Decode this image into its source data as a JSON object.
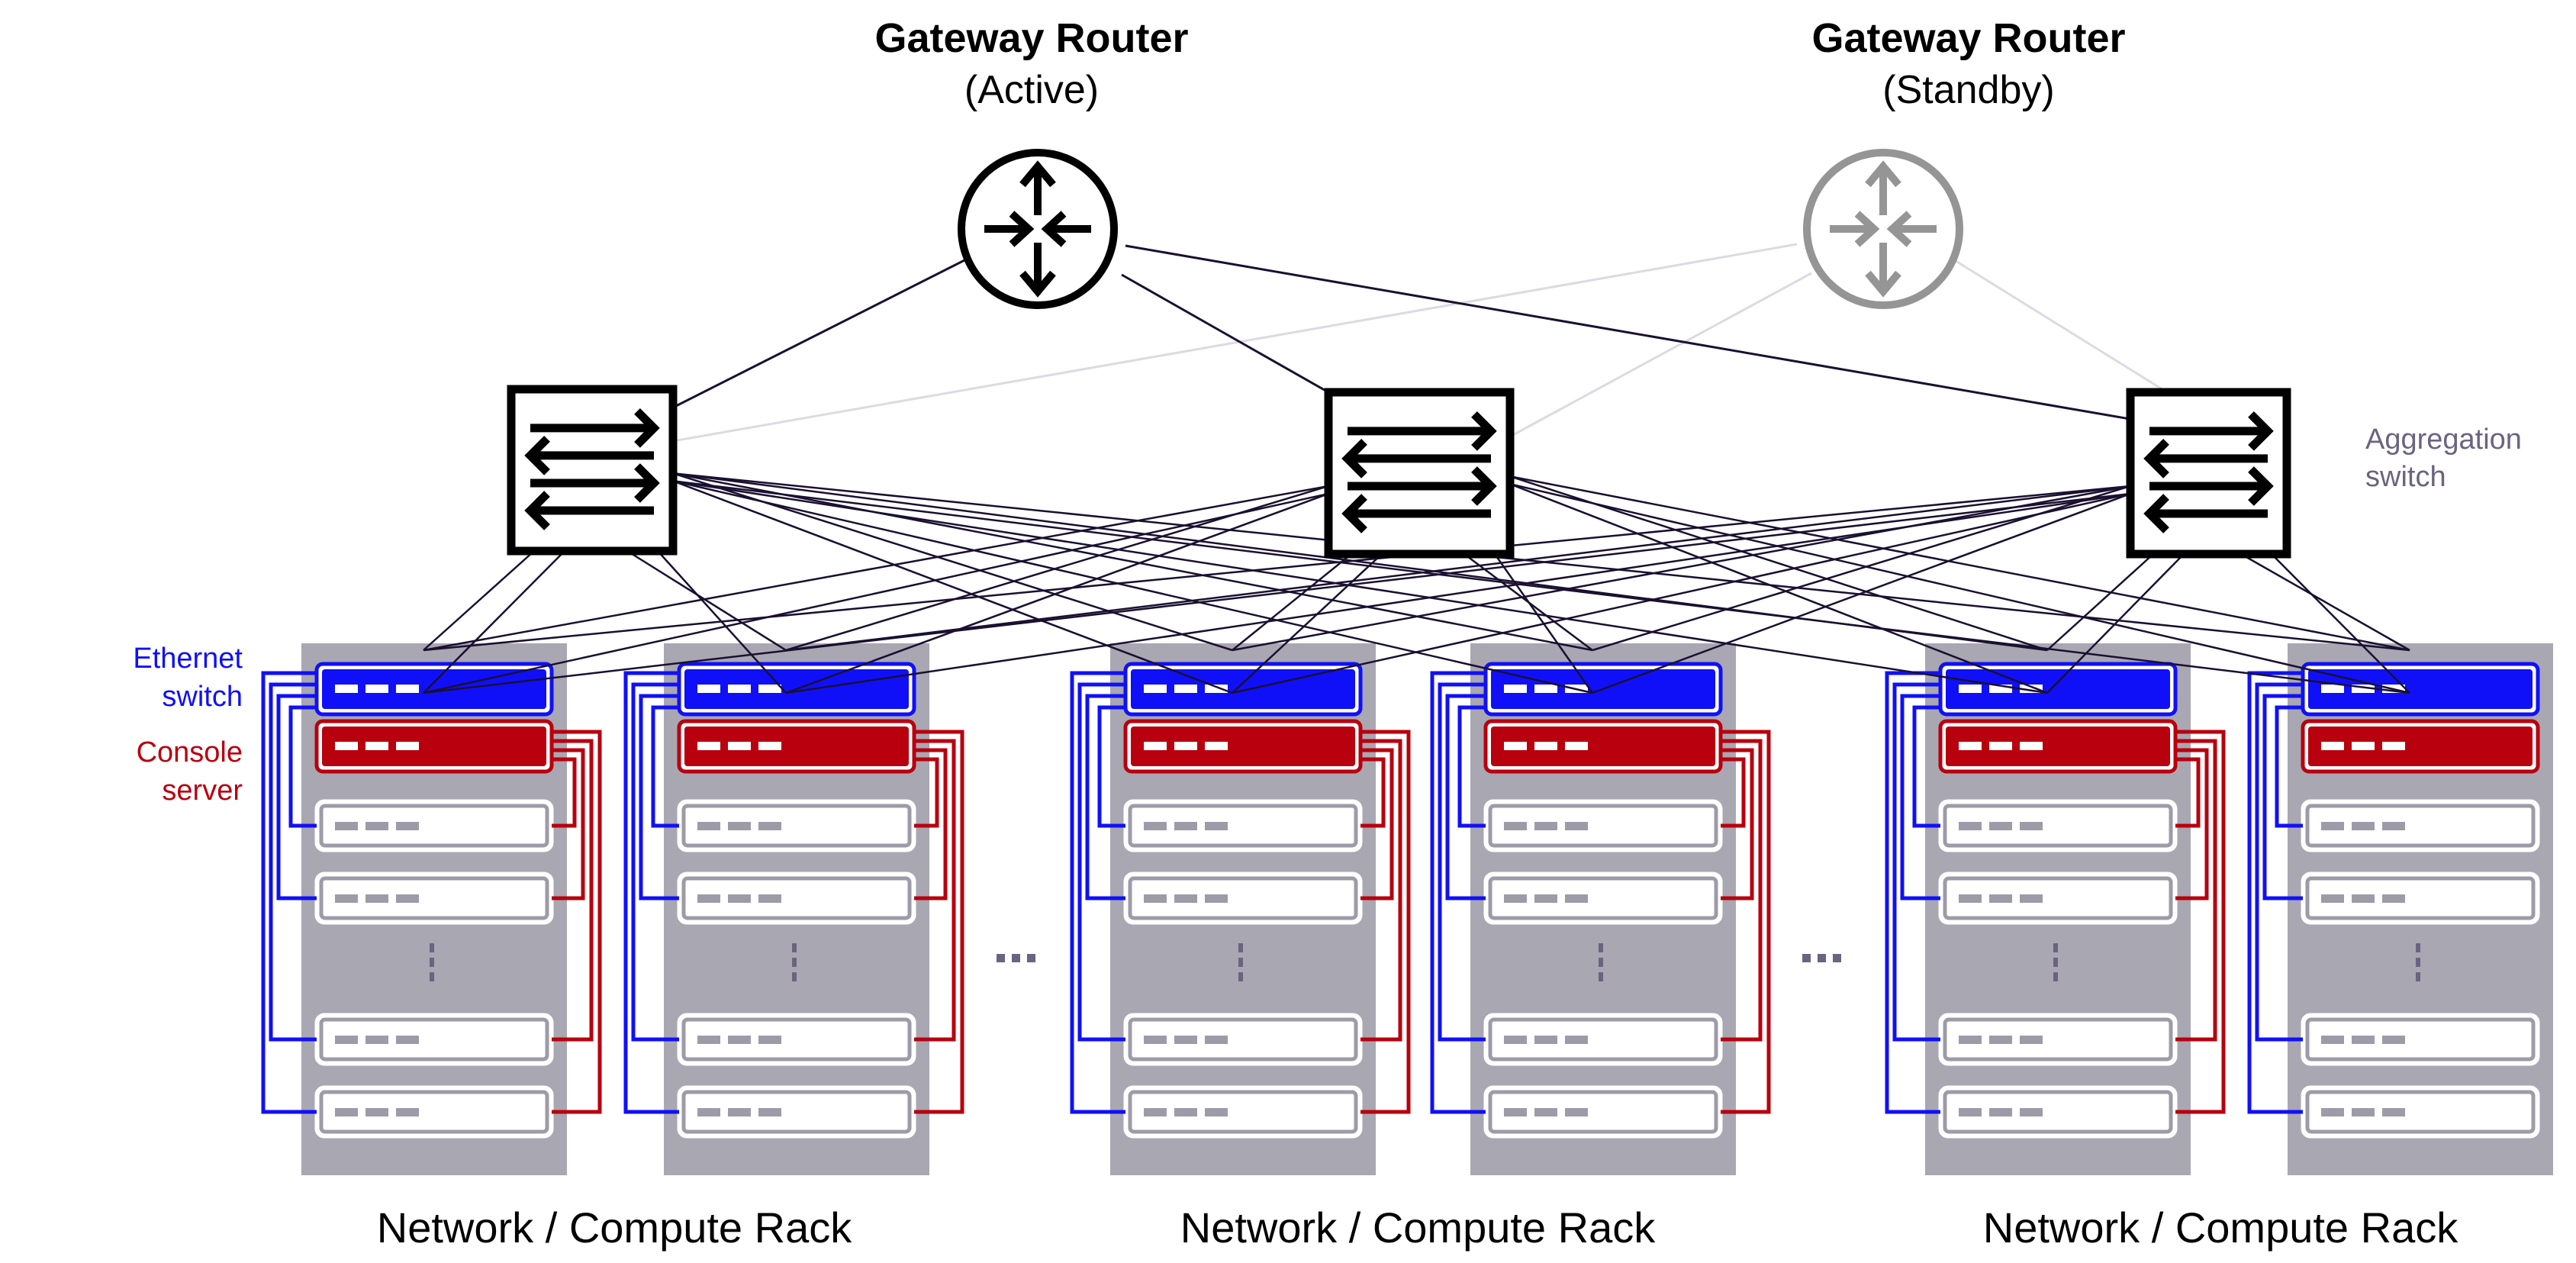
{
  "diagram": {
    "title": "Data center network topology",
    "routers": [
      {
        "id": "active",
        "title": "Gateway Router",
        "subtitle": "(Active)",
        "state": "active",
        "icon": "router-icon"
      },
      {
        "id": "standby",
        "title": "Gateway Router",
        "subtitle": "(Standby)",
        "state": "standby",
        "icon": "router-icon"
      }
    ],
    "aggregation_switches": [
      {
        "id": "agg-1",
        "icon": "switch-icon"
      },
      {
        "id": "agg-2",
        "icon": "switch-icon"
      },
      {
        "id": "agg-3",
        "icon": "switch-icon"
      }
    ],
    "aggregation_label": "Aggregation switch",
    "aggregation_label_lines": [
      "Aggregation",
      "switch"
    ],
    "legend": {
      "ethernet_switch_lines": [
        "Ethernet",
        "switch"
      ],
      "console_server_lines": [
        "Console",
        "server"
      ]
    },
    "rack_groups": [
      {
        "label": "Network / Compute Rack",
        "racks": 2
      },
      {
        "label": "Network / Compute Rack",
        "racks": 2
      },
      {
        "label": "Network / Compute Rack",
        "racks": 2
      }
    ],
    "racks": [
      {
        "id": "rack-1",
        "console_cabling": true
      },
      {
        "id": "rack-2",
        "console_cabling": true
      },
      {
        "id": "rack-3",
        "console_cabling": true
      },
      {
        "id": "rack-4",
        "console_cabling": true
      },
      {
        "id": "rack-5",
        "console_cabling": true
      },
      {
        "id": "rack-6",
        "console_cabling": false
      }
    ],
    "ellipsis_glyph": "...",
    "vertical_ellipsis_glyph": "⋮",
    "colors": {
      "ethernet": "#1010f8",
      "console": "#b8000e",
      "rack": "#a9a7b2",
      "server_outline": "#9e9ba8",
      "link_active": "#1a1030",
      "link_standby": "#dcdae2",
      "router_standby": "#959595",
      "aggregation_label": "#6b637f",
      "ellipsis": "#6b637f"
    }
  }
}
